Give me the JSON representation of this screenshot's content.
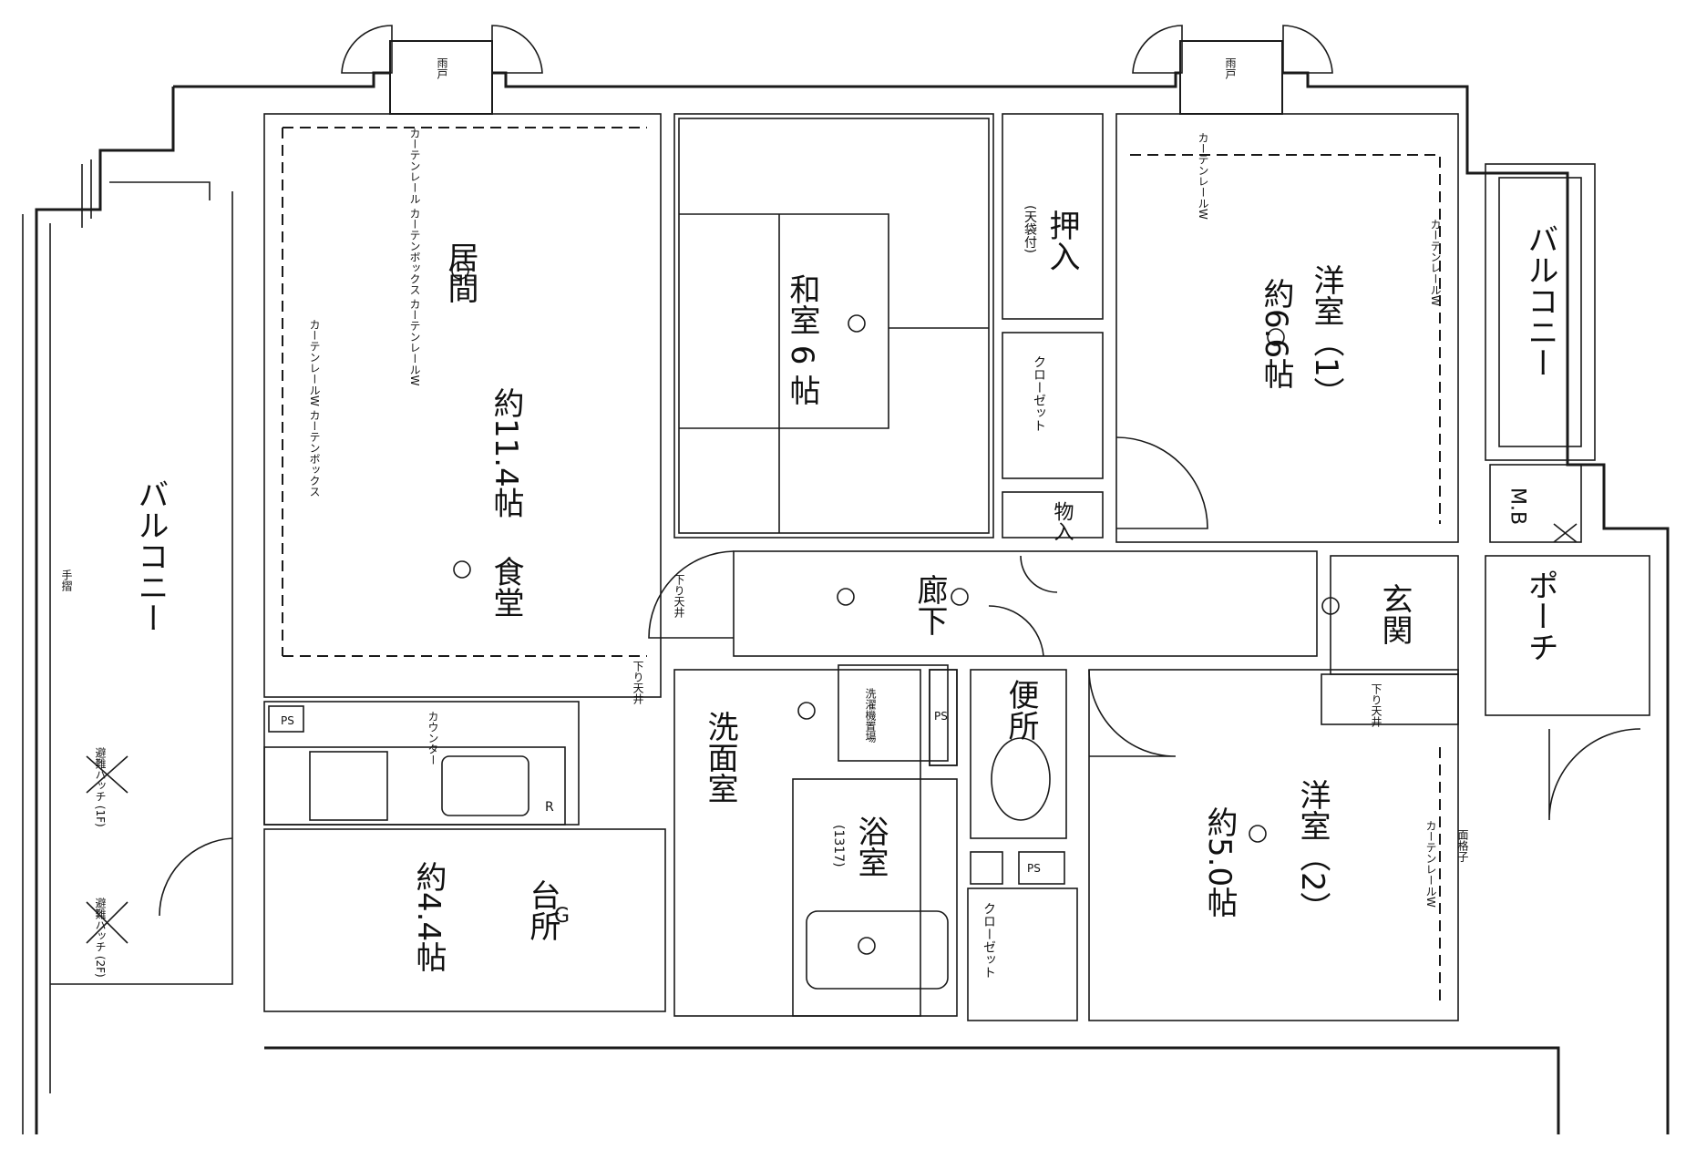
{
  "rooms": {
    "living_name": "居間",
    "living_size": "約11.4帖",
    "dining": "食堂",
    "kitchen_name": "台所",
    "kitchen_size": "約4.4帖",
    "washitsu": "和室 6 帖",
    "oshiire": "押入",
    "oshiire_note": "(天袋付)",
    "monoire": "物入",
    "yoshitsu1_name": "洋室（1）",
    "yoshitsu1_size": "約6.6帖",
    "yoshitsu2_name": "洋室（2）",
    "yoshitsu2_size": "約5.0帖",
    "corridor": "廊下",
    "genkan": "玄関",
    "porch": "ポーチ",
    "senmenshitsu": "洗面室",
    "yokushitsu": "浴室",
    "yokushitsu_note": "(1317)",
    "toilet": "便所",
    "balcony_main": "バルコニー",
    "balcony_right": "バルコニー",
    "closet": "クローゼット",
    "closet2": "クローゼット",
    "mb": "M.B"
  },
  "notes": {
    "curtain_rail_w": "カーテンレールW",
    "curtain_box": "カーテンボックス",
    "curtain_rail_box_w": "カーテンレールW\nカーテンボックス",
    "curtain_top_left": "カーテンレール カーテンボックス カーテンレールW",
    "curtain_top_right": "カーテンレールW",
    "sagari_kabe1": "下り天井",
    "sagari_kabe2": "下り天井",
    "sagari_kabe3": "下り天井",
    "washer": "洗濯機置場",
    "counter": "カウンター",
    "handrail": "手摺",
    "escape_hatch1": "避難ハッチ (1F)",
    "escape_hatch2": "避難ハッチ (2F)",
    "mado_kaki": "面格子",
    "shutter1": "雨戸",
    "shutter2": "雨戸",
    "ps1": "PS",
    "ps2": "PS",
    "ps3": "PS",
    "g_mark": "G",
    "r_mark": "R"
  }
}
